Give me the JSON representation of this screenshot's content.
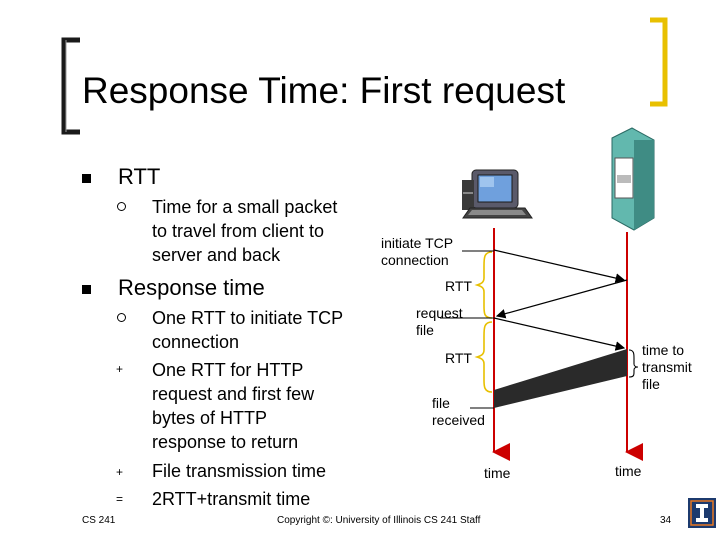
{
  "slide": {
    "title": "Response Time: First request",
    "bullets": [
      {
        "text": "RTT",
        "sub": [
          {
            "marker": "ring",
            "lines": [
              "Time for a small packet",
              "to travel from client to",
              "server and back"
            ]
          }
        ]
      },
      {
        "text": "Response time",
        "sub": [
          {
            "marker": "ring",
            "lines": [
              "One RTT to initiate TCP",
              "connection"
            ]
          },
          {
            "marker": "+",
            "lines": [
              "One RTT for HTTP",
              "request and first few",
              "bytes of HTTP",
              "response to return"
            ]
          },
          {
            "marker": "+",
            "lines": [
              "File transmission time"
            ]
          },
          {
            "marker": "=",
            "lines": [
              "2RTT+transmit time"
            ]
          }
        ]
      }
    ]
  },
  "diagram": {
    "initiate_tcp": [
      "initiate TCP",
      "connection"
    ],
    "rtt1": "RTT",
    "request_file": [
      "request",
      "file"
    ],
    "rtt2": "RTT",
    "file_received": [
      "file",
      "received"
    ],
    "time_client": "time",
    "time_to_transmit": [
      "time to",
      "transmit",
      "file"
    ],
    "time_server": "time"
  },
  "footer": {
    "course": "CS 241",
    "copyright": "Copyright ©: University of Illinois CS 241 Staff",
    "page": "34"
  },
  "colors": {
    "timeline": "#cc0000",
    "bracket": "#e8c000",
    "text": "#000000"
  }
}
